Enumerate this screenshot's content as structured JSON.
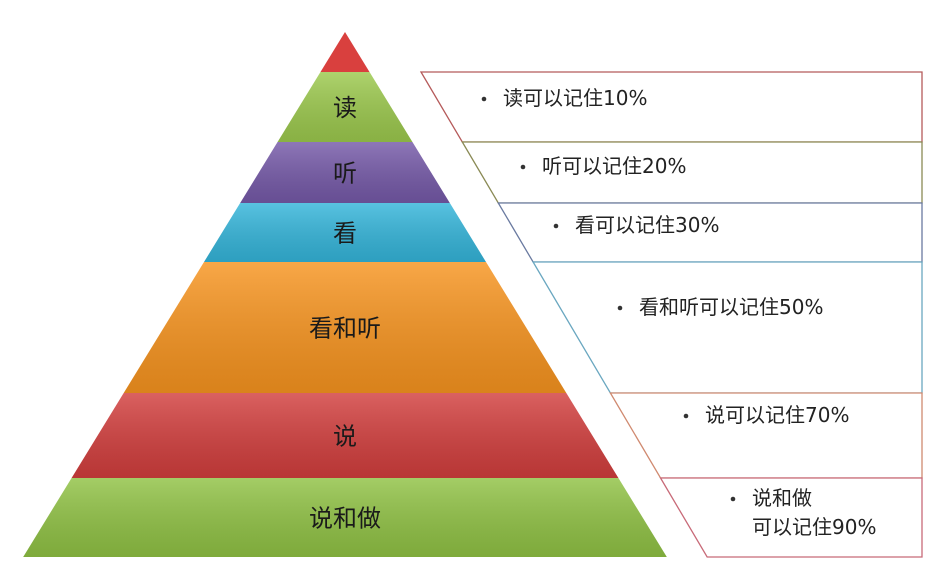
{
  "pyramid": {
    "tip_color": "#d9403e",
    "levels": [
      {
        "label": "读",
        "color": "#9cc94d",
        "description": [
          "读可以记住10%"
        ],
        "border_color": "#b55a5a"
      },
      {
        "label": "听",
        "color": "#7559a8",
        "description": [
          "听可以记住20%"
        ],
        "border_color": "#8a8a55"
      },
      {
        "label": "看",
        "color": "#34b5da",
        "description": [
          "看可以记住30%"
        ],
        "border_color": "#6a7aa0"
      },
      {
        "label": "看和听",
        "color": "#f7941f",
        "description": [
          "看和听可以记住50%"
        ],
        "border_color": "#6aa7c0"
      },
      {
        "label": "说",
        "color": "#d23e3d",
        "description": [
          "说可以记住70%"
        ],
        "border_color": "#d08a70"
      },
      {
        "label": "说和做",
        "color": "#90c244",
        "description": [
          "说和做",
          "可以记住90%"
        ],
        "border_color": "#c86a78"
      }
    ]
  }
}
